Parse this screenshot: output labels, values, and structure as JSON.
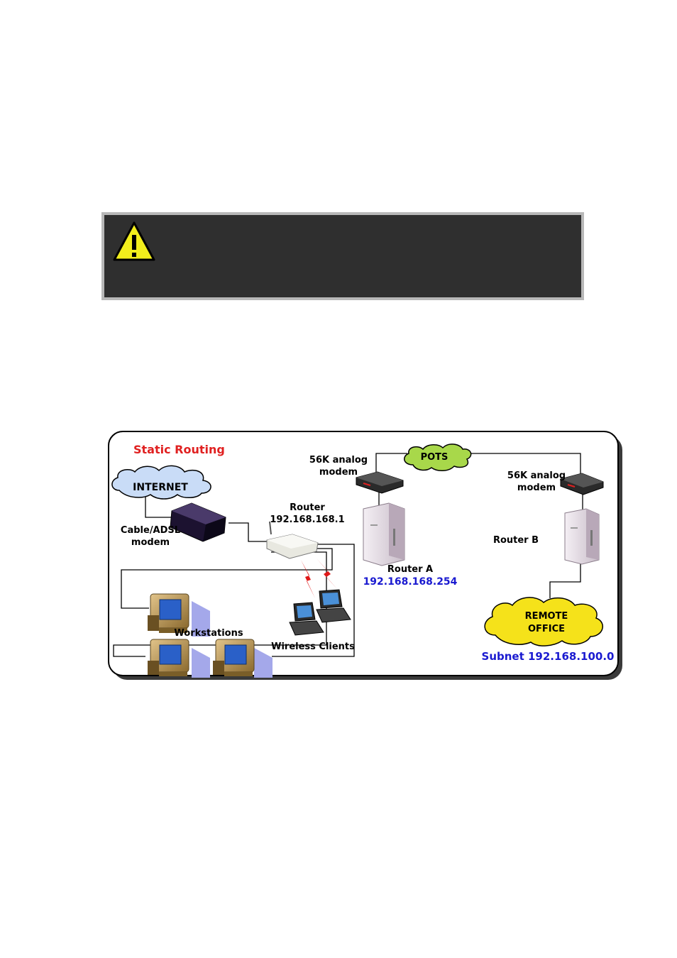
{
  "diagram": {
    "title": "Static Routing",
    "internet_label": "INTERNET",
    "pots_label": "POTS",
    "remote_office_line1": "REMOTE",
    "remote_office_line2": "OFFICE",
    "cable_modem_line1": "Cable/ADSL",
    "cable_modem_line2": "modem",
    "router_line1": "Router",
    "router_line2": "192.168.168.1",
    "analog_modem_a_line1": "56K analog",
    "analog_modem_a_line2": "modem",
    "analog_modem_b_line1": "56K analog",
    "analog_modem_b_line2": "modem",
    "router_a_label": "Router A",
    "router_a_ip": "192.168.168.254",
    "router_b_label": "Router B",
    "workstations_label": "Workstations",
    "wireless_clients_label": "Wireless Clients",
    "subnet_label": "Subnet 192.168.100.0",
    "colors": {
      "title": "#e02020",
      "ip": "#1a1ad0",
      "internet_cloud": "#c9dcf7",
      "pots_cloud": "#a8d84a",
      "remote_cloud": "#f5e21a"
    }
  }
}
